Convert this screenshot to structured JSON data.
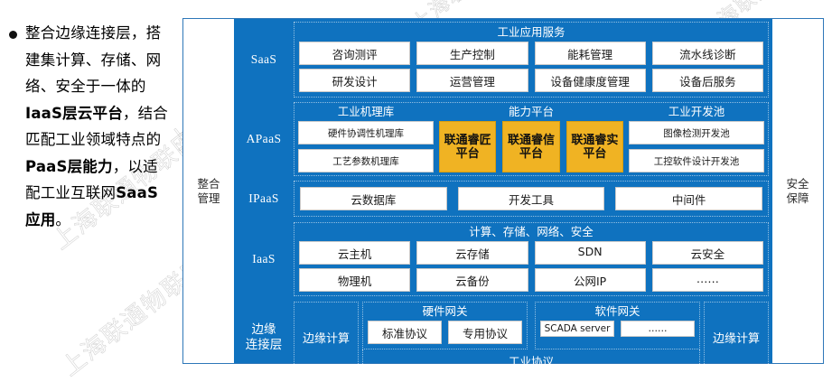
{
  "bullet": {
    "marker": "●",
    "segments": [
      {
        "text": "整合边缘连接层，搭建集计算、存储、网络、安全于一体的",
        "bold": false
      },
      {
        "text": "IaaS层云平台",
        "bold": true
      },
      {
        "text": "，结合匹配工业领域特点的",
        "bold": false
      },
      {
        "text": "PaaS层能力",
        "bold": true
      },
      {
        "text": "，以适配工业互联网",
        "bold": false
      },
      {
        "text": "SaaS应用",
        "bold": true
      },
      {
        "text": "。",
        "bold": false
      }
    ]
  },
  "watermark": {
    "text": "上海联通物联网"
  },
  "colors": {
    "core_blue": "#0f72bf",
    "frame_border": "#2e77b8",
    "accent_orange": "#f0b323",
    "chip_white": "#ffffff"
  },
  "frame": {
    "left_column_label": "整合\n管理",
    "left_column_line1": "整合",
    "left_column_line2": "管理",
    "right_column_line1": "安全",
    "right_column_line2": "保障"
  },
  "layers": {
    "saas": {
      "name": "SaaS",
      "title": "工业应用服务",
      "row1": [
        "咨询测评",
        "生产控制",
        "能耗管理",
        "流水线诊断"
      ],
      "row2": [
        "研发设计",
        "运营管理",
        "设备健康度管理",
        "设备后服务"
      ]
    },
    "apaas": {
      "name": "APaaS",
      "groups": {
        "mechanism": {
          "title": "工业机理库",
          "items": [
            "硬件协调性机理库",
            "工艺参数机理库"
          ]
        },
        "capability": {
          "title": "能力平台",
          "items": [
            "联通睿匠\n平台",
            "联通睿信\n平台",
            "联通睿实\n平台"
          ],
          "items_flat": [
            "联通睿匠平台",
            "联通睿信平台",
            "联通睿实平台"
          ]
        },
        "devpool": {
          "title": "工业开发池",
          "items": [
            "图像检测开发池",
            "工控软件设计开发池"
          ]
        }
      }
    },
    "ipaas": {
      "name": "IPaaS",
      "items": [
        "云数据库",
        "开发工具",
        "中间件"
      ]
    },
    "iaas": {
      "name": "IaaS",
      "title": "计算、存储、网络、安全",
      "row1": [
        "云主机",
        "云存储",
        "SDN",
        "云安全"
      ],
      "row2": [
        "物理机",
        "云备份",
        "公网IP",
        "……"
      ]
    },
    "edge": {
      "name_line1": "边缘",
      "name_line2": "连接层",
      "compute_left": "边缘计算",
      "compute_right": "边缘计算",
      "hardware_gateway": {
        "title": "硬件网关",
        "items": [
          "标准协议",
          "专用协议"
        ]
      },
      "software_gateway": {
        "title": "软件网关",
        "items": [
          "SCADA server",
          "……"
        ]
      },
      "protocol_bar": "工业协议"
    }
  }
}
